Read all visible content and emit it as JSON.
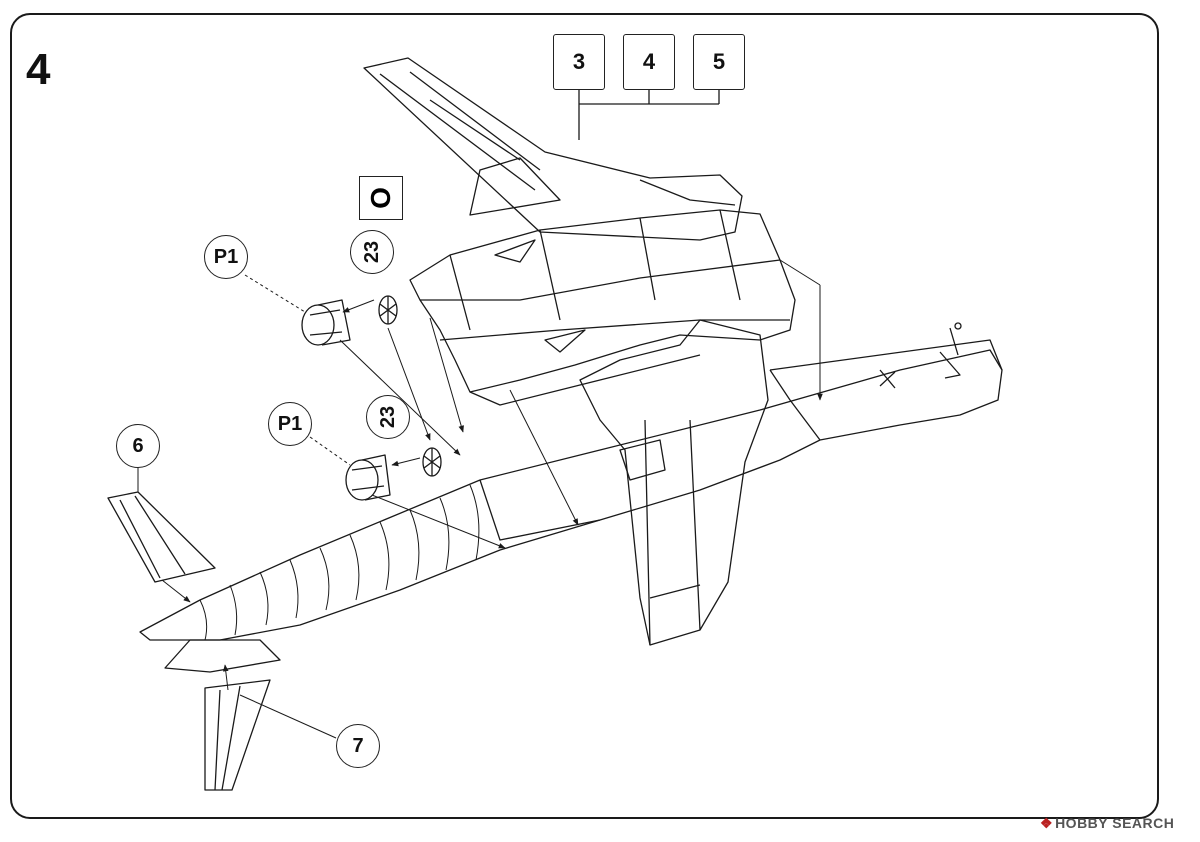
{
  "step": {
    "number": "4"
  },
  "reference_boxes": [
    "3",
    "4",
    "5"
  ],
  "marker_letter": "O",
  "callouts": {
    "p1_upper": "P1",
    "p1_lower": "P1",
    "part23_upper": "23",
    "part23_lower": "23",
    "part6": "6",
    "part7": "7"
  },
  "watermark": {
    "icon": "hobby-search-logo",
    "text": "HOBBY SEARCH"
  }
}
